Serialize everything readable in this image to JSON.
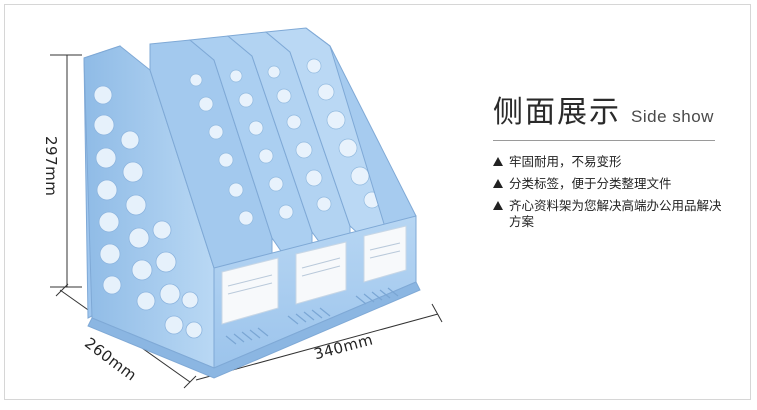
{
  "title": {
    "chinese": "侧面展示",
    "english": "Side show"
  },
  "features": [
    "牢固耐用，不易变形",
    "分类标签，便于分类整理文件",
    "齐心资料架为您解决高端办公用品解决方案"
  ],
  "dimensions": {
    "height": "297mm",
    "depth": "260mm",
    "width": "340mm"
  },
  "product": {
    "name": "four-compartment file rack",
    "color": "#a9cdf0"
  }
}
